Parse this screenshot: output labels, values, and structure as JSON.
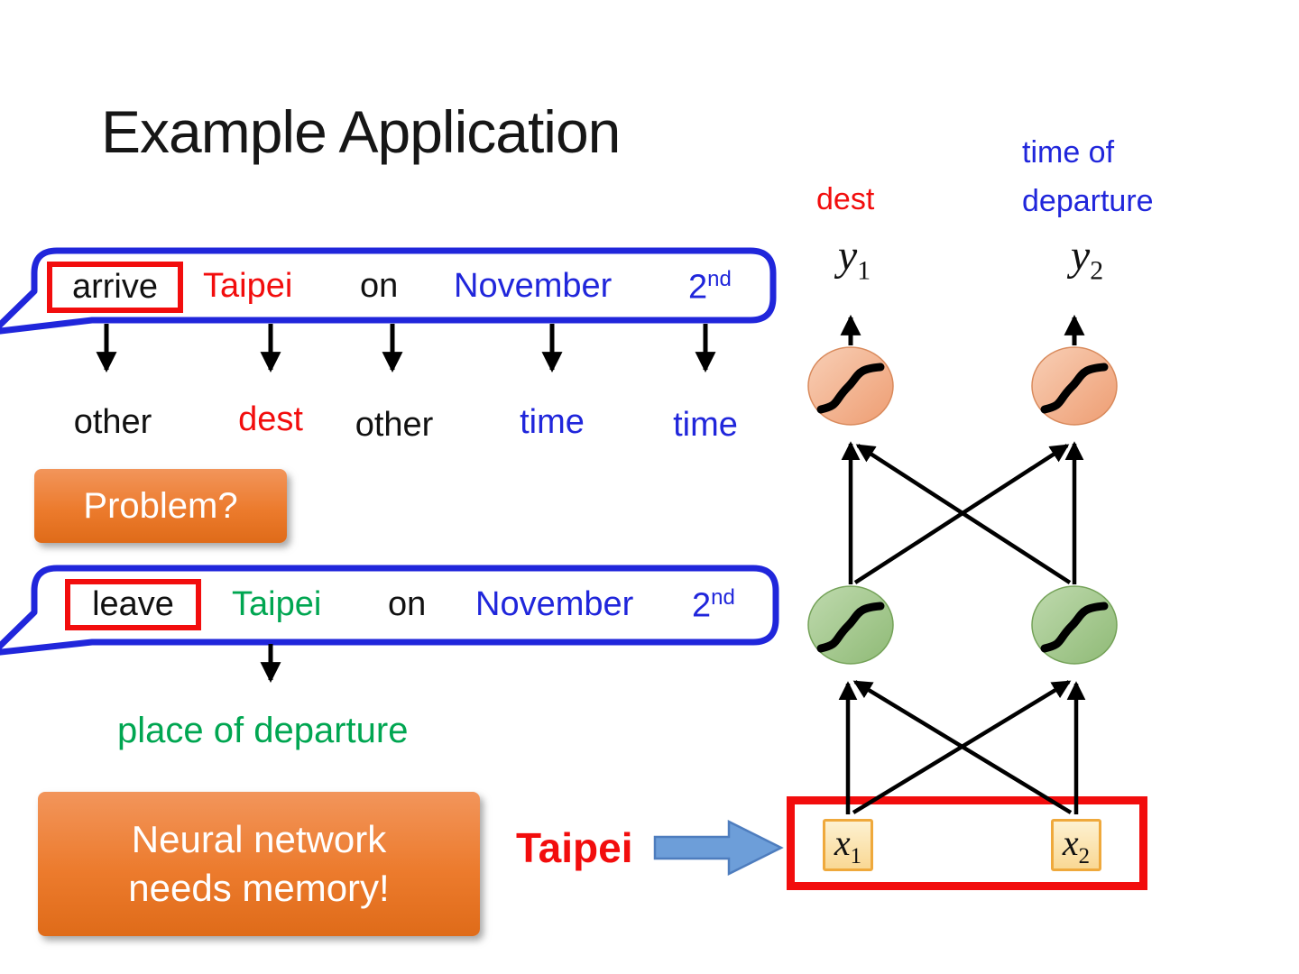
{
  "slide": {
    "title": "Example Application"
  },
  "network": {
    "dest_label": "dest",
    "time_label": [
      "time of",
      "departure"
    ],
    "y1": {
      "base": "y",
      "sub": "1"
    },
    "y2": {
      "base": "y",
      "sub": "2"
    },
    "x1": {
      "base": "x",
      "sub": "1"
    },
    "x2": {
      "base": "x",
      "sub": "2"
    },
    "input_word": "Taipei"
  },
  "sentence1": {
    "words": [
      {
        "text": "arrive"
      },
      {
        "text": "Taipei"
      },
      {
        "text": "on"
      },
      {
        "text": "November"
      },
      {
        "text": "2",
        "sup": "nd"
      }
    ],
    "slots": [
      {
        "label": "other"
      },
      {
        "label": "dest"
      },
      {
        "label": "other"
      },
      {
        "label": "time"
      },
      {
        "label": "time"
      }
    ]
  },
  "problem_box": {
    "label": "Problem?"
  },
  "sentence2": {
    "words": [
      {
        "text": "leave"
      },
      {
        "text": "Taipei"
      },
      {
        "text": "on"
      },
      {
        "text": "November"
      },
      {
        "text": "2",
        "sup": "nd"
      }
    ],
    "annotation": "place of departure"
  },
  "memory_box": {
    "lines": [
      "Neural network",
      "needs memory!"
    ]
  },
  "colors": {
    "red": "#F20D0D",
    "blue": "#2026DB",
    "green": "#00A651",
    "box_orange": "#ED7D31",
    "neuron_orange": "#F2A77F",
    "neuron_green": "#9FC687",
    "arrow_blue": "#6D9ED9",
    "input_box_fill": "#F9D894"
  }
}
